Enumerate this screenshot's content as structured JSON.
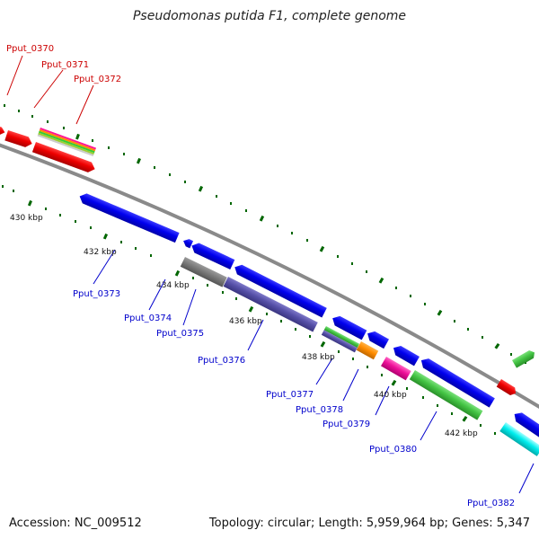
{
  "title": "Pseudomonas putida F1, complete genome",
  "accession": "Accession: NC_009512",
  "summary": "Topology: circular; Length: 5,959,964 bp; Genes: 5,347",
  "colors": {
    "backbone": "#8a8a8a",
    "forward_label": "#cc0000",
    "reverse_label": "#0000cc",
    "tick": "#006600"
  },
  "tick_labels": [
    "430 kbp",
    "432 kbp",
    "434 kbp",
    "436 kbp",
    "438 kbp",
    "440 kbp",
    "442 kbp"
  ],
  "forward_genes": [
    {
      "name": "Pput_0370"
    },
    {
      "name": "Pput_0371"
    },
    {
      "name": "Pput_0372"
    }
  ],
  "reverse_genes": [
    {
      "name": "Pput_0373"
    },
    {
      "name": "Pput_0374"
    },
    {
      "name": "Pput_0375"
    },
    {
      "name": "Pput_0376"
    },
    {
      "name": "Pput_0377"
    },
    {
      "name": "Pput_0378"
    },
    {
      "name": "Pput_0379"
    },
    {
      "name": "Pput_0380"
    },
    {
      "name": "Pput_0382"
    }
  ]
}
